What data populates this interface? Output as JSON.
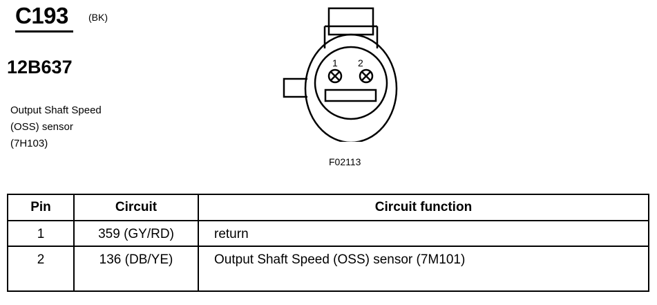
{
  "connector": {
    "id": "C193",
    "color_code": "(BK)"
  },
  "part_number": "12B637",
  "description": {
    "lines": [
      "Output Shaft Speed",
      "(OSS) sensor",
      "(7H103)"
    ]
  },
  "diagram": {
    "pin_labels": [
      "1",
      "2"
    ],
    "figure_code": "F02113"
  },
  "table": {
    "headers": {
      "pin": "Pin",
      "circuit": "Circuit",
      "function": "Circuit function"
    },
    "rows": [
      {
        "pin": "1",
        "circuit": "359 (GY/RD)",
        "function": "return"
      },
      {
        "pin": "2",
        "circuit": "136 (DB/YE)",
        "function": "Output Shaft Speed (OSS) sensor (7M101)"
      }
    ]
  }
}
